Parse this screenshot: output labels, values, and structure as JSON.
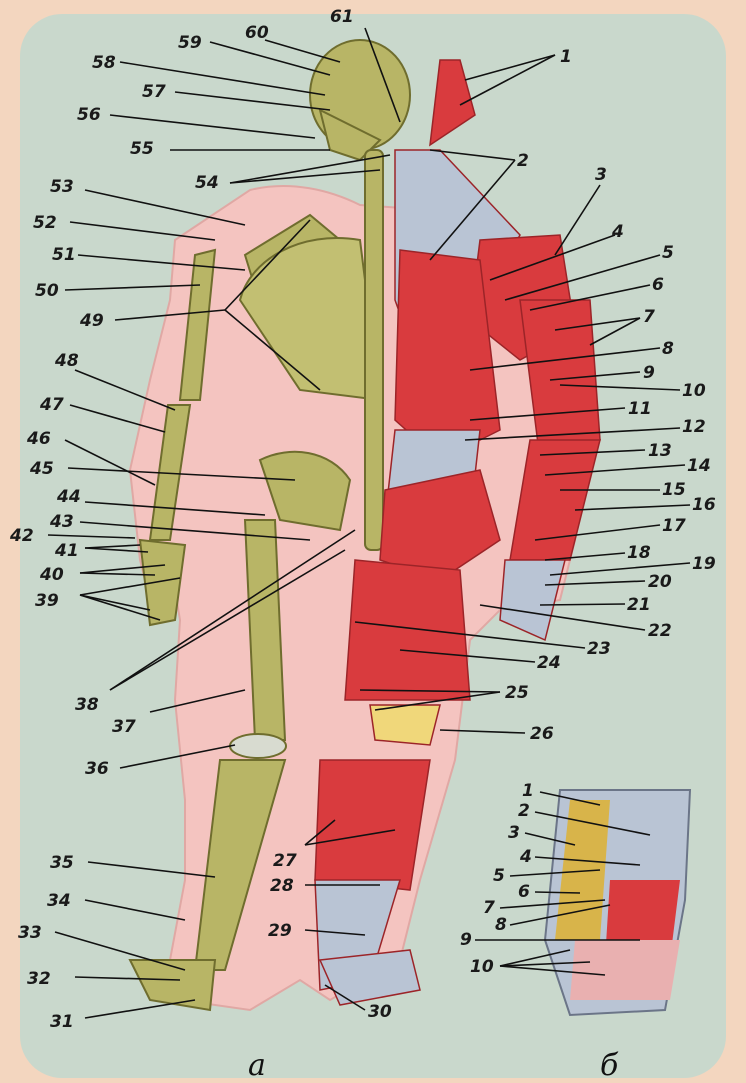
{
  "figure_a_caption": "а",
  "figure_b_caption": "б",
  "figure_a_labels": [
    "1",
    "2",
    "3",
    "4",
    "5",
    "6",
    "7",
    "8",
    "9",
    "10",
    "11",
    "12",
    "13",
    "14",
    "15",
    "16",
    "17",
    "18",
    "19",
    "20",
    "21",
    "22",
    "23",
    "24",
    "25",
    "26",
    "27",
    "28",
    "29",
    "30",
    "31",
    "32",
    "33",
    "34",
    "35",
    "36",
    "37",
    "38",
    "39",
    "40",
    "41",
    "42",
    "43",
    "44",
    "45",
    "46",
    "47",
    "48",
    "49",
    "50",
    "51",
    "52",
    "53",
    "54",
    "55",
    "56",
    "57",
    "58",
    "59",
    "60",
    "61"
  ],
  "figure_b_labels": [
    "1",
    "2",
    "3",
    "4",
    "5",
    "6",
    "7",
    "8",
    "9",
    "10"
  ],
  "colors": {
    "frame_background": "#f3d6bf",
    "panel_background": "#c9d8cc",
    "skin": "#f4c4c0",
    "bone": "#b8b566",
    "muscle": "#d93b3e",
    "fascia": "#b9c4d4"
  }
}
